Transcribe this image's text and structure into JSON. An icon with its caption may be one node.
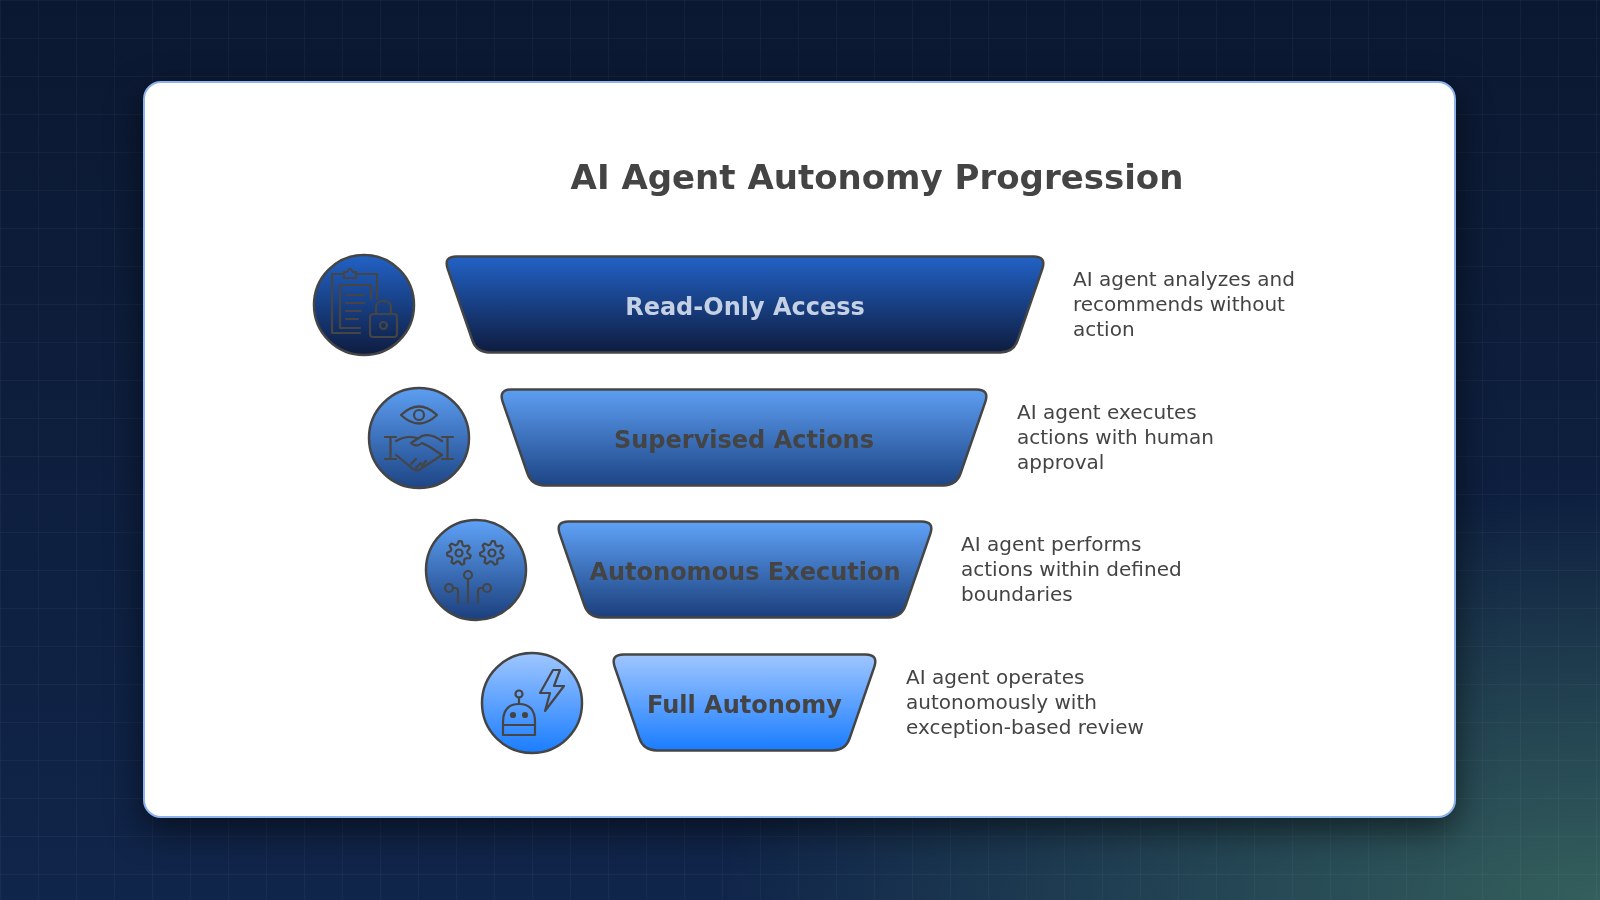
{
  "diagram": {
    "title": "AI Agent Autonomy Progression",
    "nodes": [
      {
        "text": [
          "Read-Only Access"
        ],
        "beside": [
          "AI agent analyzes and recommends without action"
        ]
      },
      {
        "text": [
          "Supervised Actions"
        ],
        "beside": [
          "AI agent executes actions with human approval"
        ]
      },
      {
        "text": [
          "Autonomous Execution"
        ],
        "beside": [
          "AI agent performs actions within defined boundaries"
        ]
      },
      {
        "text": [
          "Full Autonomy"
        ],
        "beside": [
          "AI agent operates autonomously with exception-based review"
        ]
      }
    ]
  }
}
